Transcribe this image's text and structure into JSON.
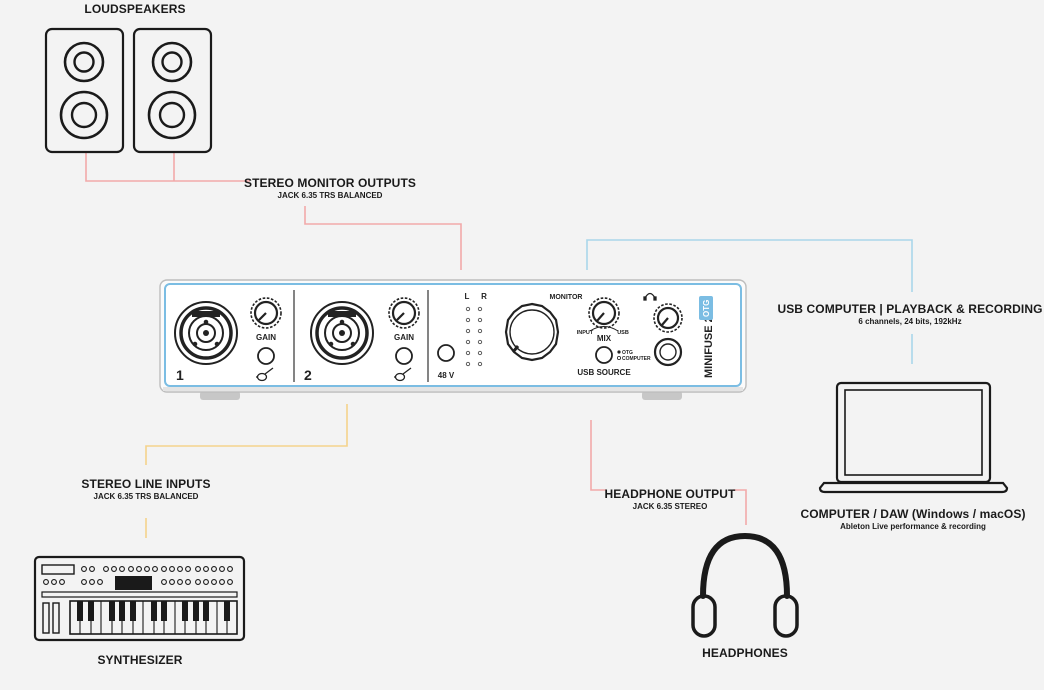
{
  "colors": {
    "background": "#f3f3f3",
    "monitor_line": "#f2a9a9",
    "input_line": "#f5d38c",
    "usb_line": "#a9d6ea",
    "device_accent": "#7bbde3"
  },
  "labels": {
    "loudspeakers": "LOUDSPEAKERS",
    "stereo_monitor_outputs": "STEREO MONITOR OUTPUTS",
    "stereo_monitor_outputs_sub": "JACK 6.35 TRS BALANCED",
    "usb_computer": "USB COMPUTER | PLAYBACK & RECORDING",
    "usb_computer_sub": "6 channels, 24 bits, 192kHz",
    "stereo_line_inputs": "STEREO LINE INPUTS",
    "stereo_line_inputs_sub": "JACK 6.35 TRS BALANCED",
    "headphone_output": "HEADPHONE OUTPUT",
    "headphone_output_sub": "JACK 6.35 STEREO",
    "computer_daw": "COMPUTER / DAW (Windows / macOS)",
    "computer_daw_sub": "Ableton Live performance & recording",
    "synthesizer": "SYNTHESIZER",
    "headphones": "HEADPHONES"
  },
  "device": {
    "gain_1": "GAIN",
    "gain_2": "GAIN",
    "channel_1": "1",
    "channel_2": "2",
    "phantom": "48 V",
    "meter_l": "L",
    "meter_r": "R",
    "monitor": "MONITOR",
    "mix": "MIX",
    "mix_input": "INPUT",
    "mix_usb": "USB",
    "usb_source": "USB SOURCE",
    "otg": "OTG",
    "computer": "COMPUTER",
    "brand": "MINIFUSE 2",
    "brand_badge": "OTG"
  },
  "icons": {
    "loudspeakers": "loudspeaker-icon",
    "synthesizer": "synthesizer-icon",
    "headphones": "headphones-icon",
    "laptop": "laptop-icon",
    "headphone_jack": "headphones-symbol-icon",
    "guitar": "guitar-icon"
  }
}
